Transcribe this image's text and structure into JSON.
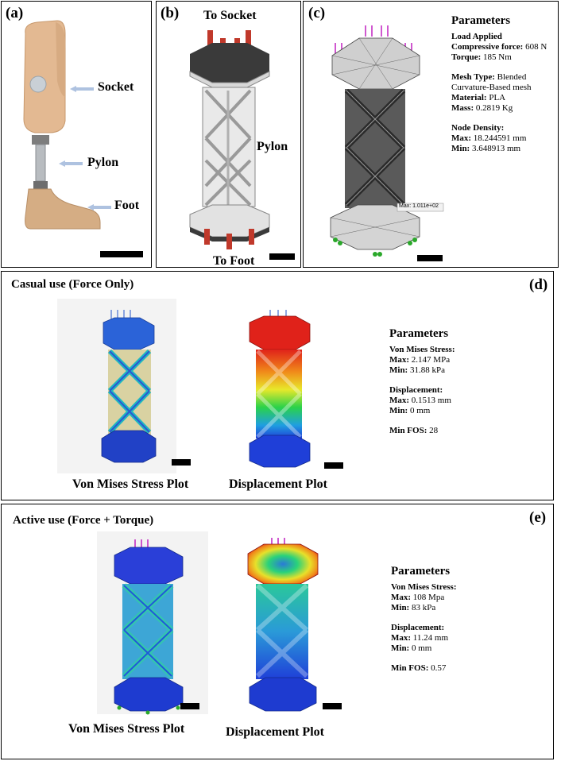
{
  "panel_a": {
    "tag": "(a)",
    "labels": {
      "socket": "Socket",
      "pylon": "Pylon",
      "foot": "Foot"
    }
  },
  "panel_b": {
    "tag": "(b)",
    "labels": {
      "to_socket": "To Socket",
      "pylon": "Pylon",
      "to_foot": "To Foot"
    }
  },
  "panel_c": {
    "tag": "(c)",
    "title": "Parameters",
    "load_heading": "Load Applied",
    "compressive_force_label": "Compressive force:",
    "compressive_force_value": "608 N",
    "torque_label": "Torque:",
    "torque_value": "185 Nm",
    "mesh_type_label": "Mesh Type:",
    "mesh_type_value_1": "Blended",
    "mesh_type_value_2": "Curvature-Based mesh",
    "material_label": "Material:",
    "material_value": "PLA",
    "mass_label": "Mass:",
    "mass_value": "0.2819 Kg",
    "node_density_heading": "Node Density:",
    "node_max_label": "Max:",
    "node_max_value": "18.244591 mm",
    "node_min_label": "Min:",
    "node_min_value": "3.648913 mm",
    "annotation": "Max: 1.011e+02"
  },
  "panel_d": {
    "tag": "(d)",
    "heading": "Casual use (Force Only)",
    "caption_left": "Von Mises Stress Plot",
    "caption_right": "Displacement Plot",
    "params": {
      "title": "Parameters",
      "vm_heading": "Von Mises Stress:",
      "vm_max_label": "Max:",
      "vm_max_value": "2.147 MPa",
      "vm_min_label": "Min:",
      "vm_min_value": "31.88 kPa",
      "disp_heading": "Displacement:",
      "disp_max_label": "Max:",
      "disp_max_value": "0.1513 mm",
      "disp_min_label": "Min:",
      "disp_min_value": "0 mm",
      "fos_label": "Min FOS:",
      "fos_value": "28"
    }
  },
  "panel_e": {
    "tag": "(e)",
    "heading": "Active use (Force + Torque)",
    "caption_left": "Von Mises Stress Plot",
    "caption_right": "Displacement Plot",
    "params": {
      "title": "Parameters",
      "vm_heading": "Von Mises Stress:",
      "vm_max_label": "Max:",
      "vm_max_value": "108 Mpa",
      "vm_min_label": "Min:",
      "vm_min_value": "83 kPa",
      "disp_heading": "Displacement:",
      "disp_max_label": "Max:",
      "disp_max_value": "11.24 mm",
      "disp_min_label": "Min:",
      "disp_min_value": "0 mm",
      "fos_label": "Min FOS:",
      "fos_value": "0.57"
    }
  },
  "colors": {
    "arrow_blue": "#aec2e0",
    "stress_blue": "#1f4fd8",
    "disp_red": "#e0221a",
    "lattice_teal": "#3cc2b4",
    "load_magenta": "#c020c0",
    "fixture_green": "#2aa82a"
  }
}
